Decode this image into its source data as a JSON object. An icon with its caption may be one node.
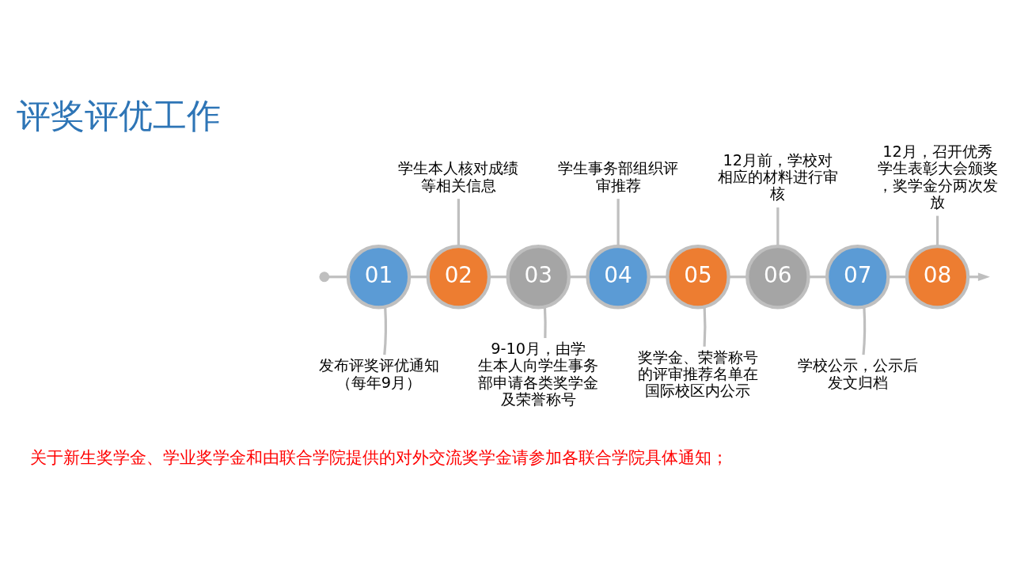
{
  "diagram": {
    "title": "评奖评优工作",
    "nodes": [
      {
        "text": [],
        "shape": "circle"
      },
      {
        "text": [
          "01"
        ]
      },
      {
        "text": [
          "02"
        ]
      },
      {
        "text": [
          "03"
        ]
      },
      {
        "text": [
          "04"
        ]
      },
      {
        "text": [
          "05"
        ]
      },
      {
        "text": [
          "06"
        ]
      },
      {
        "text": [
          "07"
        ]
      },
      {
        "text": [
          "08"
        ]
      },
      {
        "text": [
          "发布评奖评优通知（每年9月）"
        ]
      },
      {
        "text": [
          "学生本人核对成绩等相关信息"
        ]
      },
      {
        "text": [
          "9-10月，由学生本人向学生事务部申请各类奖学金及荣誉称号"
        ]
      },
      {
        "text": [
          "学生事务部组织评审推荐"
        ]
      },
      {
        "text": [
          "奖学金、荣誉称号的评审推荐名单在国际校区内公示"
        ]
      },
      {
        "text": [
          "12月前，学校对相应的材料进行审核"
        ]
      },
      {
        "text": [
          "学校公示，公示后发文归档"
        ]
      },
      {
        "text": [
          "12月，召开优秀学生表彰大会颁奖，奖学金分两次发放"
        ]
      }
    ],
    "edges": [
      {
        "from": 0,
        "to": 1,
        "arrow": "none"
      },
      {
        "from": 1,
        "to": 2,
        "arrow": "none"
      },
      {
        "from": 2,
        "to": 3,
        "arrow": "none"
      },
      {
        "from": 3,
        "to": 4,
        "arrow": "none"
      },
      {
        "from": 4,
        "to": 5,
        "arrow": "none"
      },
      {
        "from": 5,
        "to": 6,
        "arrow": "none"
      },
      {
        "from": 6,
        "to": 7,
        "arrow": "none"
      },
      {
        "from": 7,
        "to": 8,
        "arrow": "none"
      },
      {
        "from": 8,
        "to": null,
        "arrow": "to"
      },
      {
        "from": 9,
        "to": 1,
        "arrow": "none"
      },
      {
        "from": 10,
        "to": 2,
        "arrow": "none"
      },
      {
        "from": 11,
        "to": 3,
        "arrow": "none"
      },
      {
        "from": 12,
        "to": 4,
        "arrow": "none"
      },
      {
        "from": 13,
        "to": 5,
        "arrow": "none"
      },
      {
        "from": 14,
        "to": 6,
        "arrow": "none"
      },
      {
        "from": 15,
        "to": 7,
        "arrow": "none"
      },
      {
        "from": 16,
        "to": 8,
        "arrow": "none"
      }
    ],
    "labels": [
      "关于新生奖学金、学业奖学金和由联合学院提供的对外交流奖学金请参加各联合学院具体通知；"
    ]
  }
}
